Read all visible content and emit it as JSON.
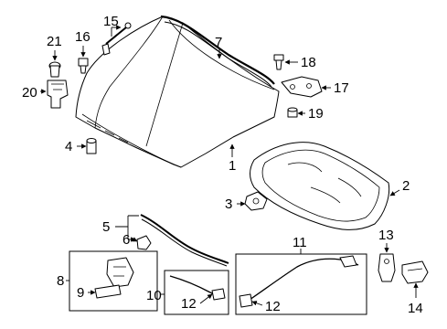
{
  "diagram": {
    "callouts": [
      "1",
      "2",
      "3",
      "4",
      "5",
      "6",
      "7",
      "8",
      "9",
      "10",
      "11",
      "12",
      "12",
      "13",
      "14",
      "15",
      "16",
      "17",
      "18",
      "19",
      "20",
      "21"
    ]
  }
}
